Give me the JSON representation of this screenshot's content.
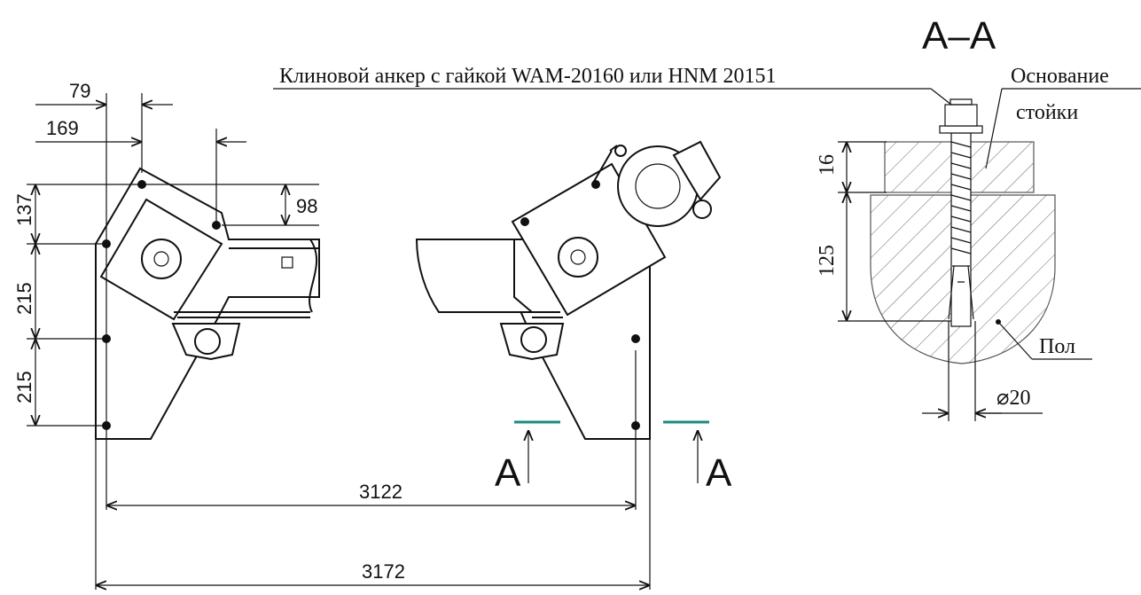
{
  "section_title": "A–A",
  "anchor_label": "Клиновой анкер с гайкой WAM-20160 или HNM 20151",
  "base_label_line1": "Основание",
  "base_label_line2": "стойки",
  "floor_label": "Пол",
  "diameter_label": "⌀20",
  "section_marks": {
    "left": "А",
    "right": "А"
  },
  "dimensions": {
    "d79": "79",
    "d169": "169",
    "d98": "98",
    "d137": "137",
    "d215a": "215",
    "d215b": "215",
    "d3122": "3122",
    "d3172": "3172",
    "d16": "16",
    "d125": "125"
  },
  "colors": {
    "cut_line": "#1a8a80",
    "ink": "#111111"
  }
}
